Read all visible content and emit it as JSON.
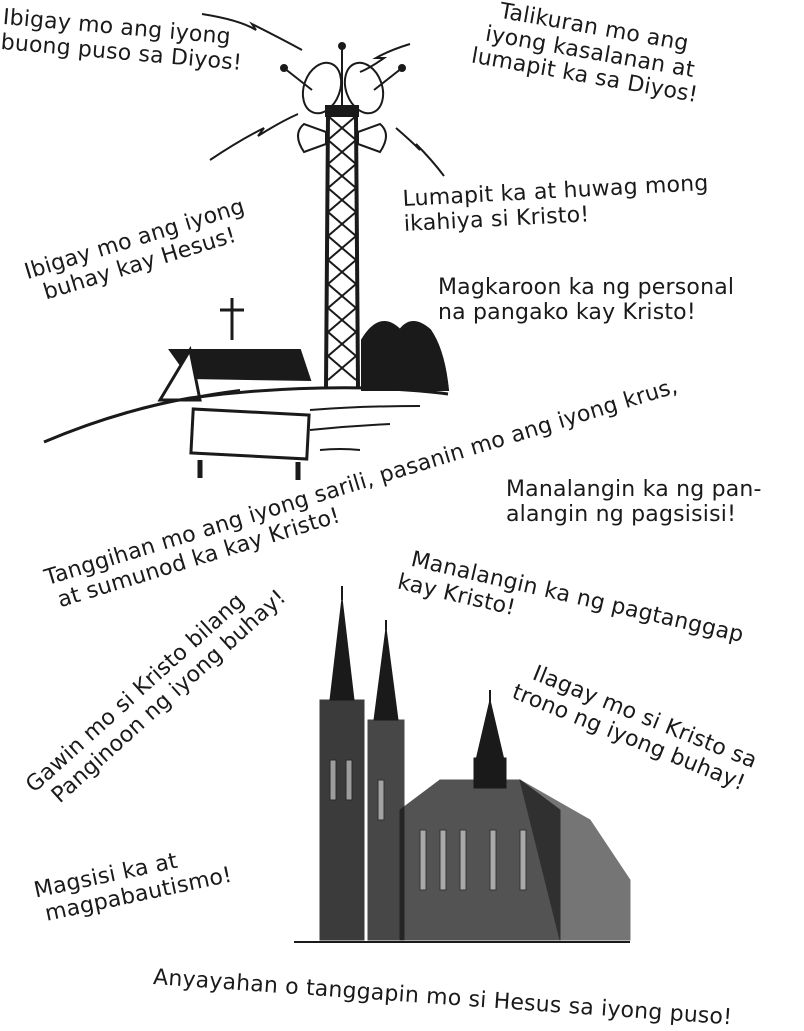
{
  "page": {
    "background": "#ffffff",
    "ink_color": "#1a1a1a"
  },
  "illustrations": {
    "radio_tower": "radio-tower-with-church-on-hill",
    "cathedral": "gothic-cathedral-sketch"
  },
  "phrases": [
    {
      "id": "p1",
      "lines": [
        "Ibigay mo ang iyong",
        "buong puso sa Diyos!"
      ],
      "rotation_deg": 5
    },
    {
      "id": "p2",
      "lines": [
        "Talikuran mo ang",
        "iyong kasalanan at",
        "lumapit ka sa Diyos!"
      ],
      "rotation_deg": 10
    },
    {
      "id": "p3",
      "lines": [
        "Lumapit ka at huwag mong",
        "ikahiya si Kristo!"
      ],
      "rotation_deg": -3
    },
    {
      "id": "p4",
      "lines": [
        "Ibigay mo ang iyong",
        "buhay kay Hesus!"
      ],
      "rotation_deg": -17
    },
    {
      "id": "p5",
      "lines": [
        "Magkaroon ka ng personal",
        "na pangako kay Kristo!"
      ],
      "rotation_deg": 0
    },
    {
      "id": "p6",
      "lines": [
        "Tanggihan mo ang iyong sarili, pasanin mo ang iyong krus,",
        "at sumunod ka kay Kristo!"
      ],
      "rotation_deg": -17
    },
    {
      "id": "p7",
      "lines": [
        "Manalangin ka ng pan-",
        "alangin ng pagsisisi!"
      ],
      "rotation_deg": 0
    },
    {
      "id": "p8",
      "lines": [
        "Manalangin ka ng pagtanggap",
        "kay Kristo!"
      ],
      "rotation_deg": 13
    },
    {
      "id": "p9",
      "lines": [
        "Gawin mo si Kristo bilang",
        "Panginoon ng iyong buhay!"
      ],
      "rotation_deg": -42
    },
    {
      "id": "p10",
      "lines": [
        "Ilagay mo si Kristo sa",
        "trono ng iyong buhay!"
      ],
      "rotation_deg": 22
    },
    {
      "id": "p11",
      "lines": [
        "Magsisi ka at",
        "magpabautismo!"
      ],
      "rotation_deg": -12
    },
    {
      "id": "p12",
      "lines": [
        "Anyayahan o tanggapin mo si Hesus sa iyong puso!"
      ],
      "rotation_deg": 4
    }
  ]
}
